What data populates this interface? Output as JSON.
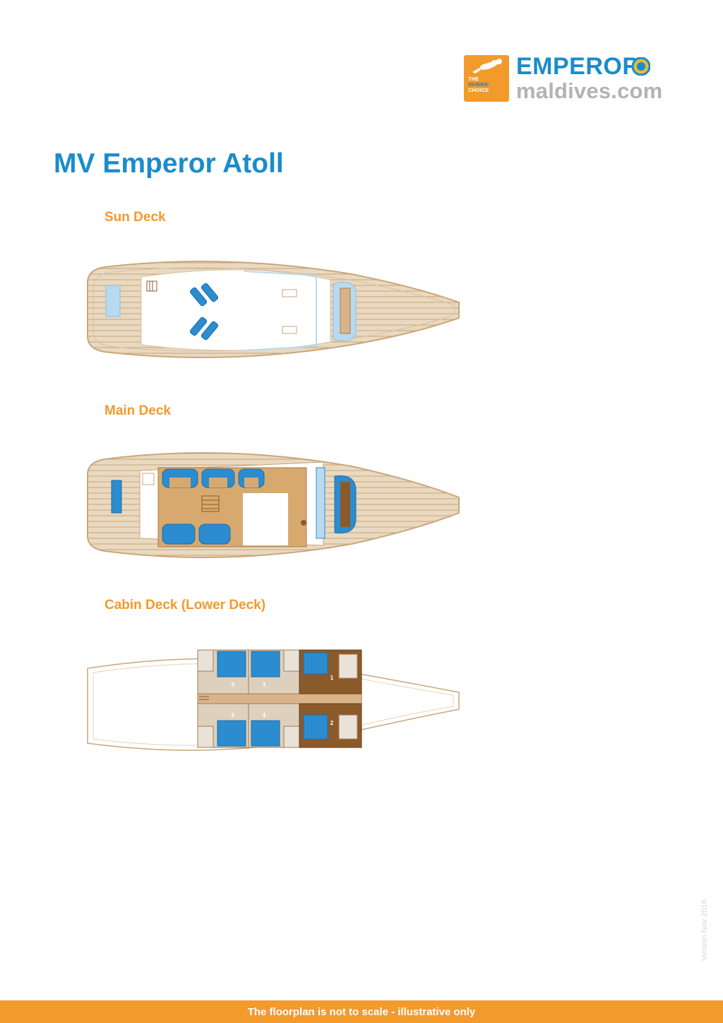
{
  "brand": {
    "badge_lines": [
      "THE",
      "DIVERS'",
      "CHOICE"
    ],
    "wordmark": "EMPEROR",
    "website": "maldives.com",
    "colors": {
      "orange": "#f39a2c",
      "blue": "#1b8ccb",
      "grey": "#b3b3b3"
    }
  },
  "title": "MV Emperor Atoll",
  "decks": [
    {
      "label": "Sun Deck"
    },
    {
      "label": "Main Deck"
    },
    {
      "label": "Cabin Deck (Lower Deck)",
      "cabins": [
        "1",
        "2",
        "3",
        "4",
        "5",
        "6"
      ]
    }
  ],
  "version": "Version Nov 2016",
  "footer": "The floorplan is not to scale - illustrative only",
  "icons": [
    "diver-icon",
    "emperor-badge-icon"
  ]
}
